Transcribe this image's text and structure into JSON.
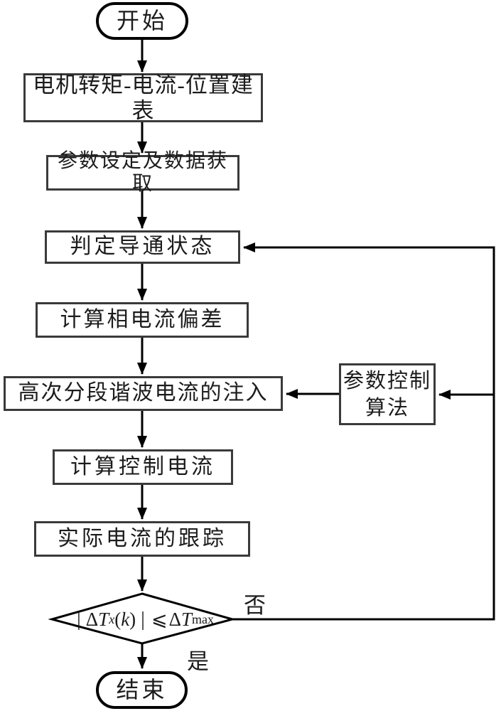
{
  "figure": {
    "type": "flowchart",
    "background": "#ffffff"
  },
  "colors": {
    "line": "#000000",
    "box_border": "#3a3a3a",
    "text": "#1c1c1c",
    "node_fill": "#ffffff"
  },
  "nodes": {
    "start": {
      "label": "开始"
    },
    "build_table": {
      "label": "电机转矩-电流-位置建表"
    },
    "param_data": {
      "label": "参数设定及数据获取"
    },
    "conduction_state": {
      "label": "判定导通状态"
    },
    "phase_deviation": {
      "label": "计算相电流偏差"
    },
    "harmonic_injection": {
      "label": "高次分段谐波电流的注入"
    },
    "param_control": {
      "line1": "参数控制",
      "line2": "算法"
    },
    "control_current": {
      "label": "计算控制电流"
    },
    "current_tracking": {
      "label": "实际电流的跟踪"
    },
    "decision": {
      "lbar": "|",
      "delta1": "Δ",
      "t1": "T",
      "sub_x": "x",
      "arg_open": "(",
      "arg_k": "k",
      "arg_close": ")",
      "rbar": "|",
      "leq": "⩽",
      "delta2": "Δ",
      "t2": "T",
      "sub_max": "max"
    },
    "end": {
      "label": "结束"
    }
  },
  "edge_labels": {
    "no": "否",
    "yes": "是"
  }
}
